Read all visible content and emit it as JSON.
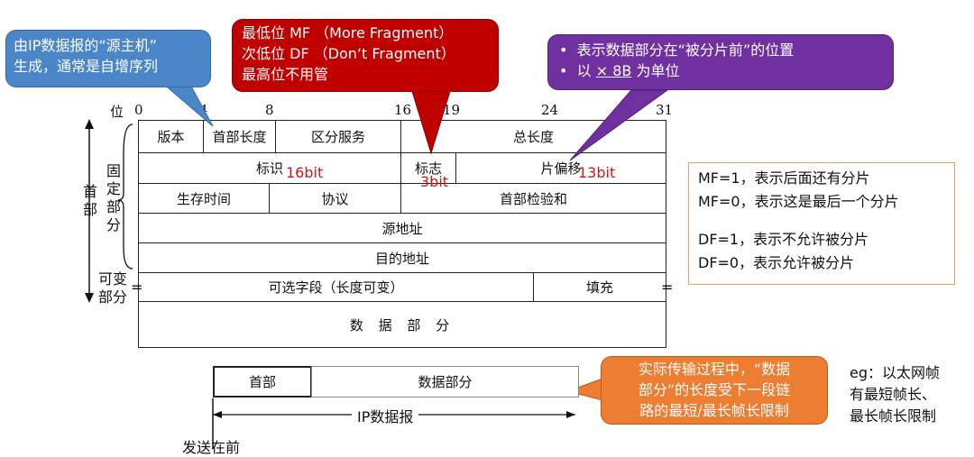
{
  "axis": {
    "label": "位",
    "ticks": [
      "0",
      "4",
      "8",
      "16",
      "19",
      "24",
      "31"
    ]
  },
  "side": {
    "header": "首部",
    "fixed": "固定部分",
    "variable": "可变部分"
  },
  "fields": {
    "version": "版本",
    "ihl": "首部长度",
    "tos": "区分服务",
    "total_length": "总长度",
    "identification": "标识",
    "flags": "标志",
    "fragment_offset": "片偏移",
    "ttl": "生存时间",
    "protocol": "协议",
    "checksum": "首部检验和",
    "src": "源地址",
    "dst": "目的地址",
    "options": "可选字段（长度可变）",
    "padding": "填充",
    "data": "数 据 部 分"
  },
  "annotations": {
    "id_bits": "16bit",
    "flag_bits": "3bit",
    "offset_bits": "13bit"
  },
  "callouts": {
    "blue": [
      "由IP数据报的“源主机”",
      "生成，通常是自增序列"
    ],
    "red": [
      "最低位 MF （More Fragment）",
      "次低位 DF （Don‘t Fragment）",
      "最高位不用管"
    ],
    "purple": {
      "line1": "表示数据部分在“被分片前”的位置",
      "line2_pre": "以 ",
      "line2_u": "× 8B",
      "line2_post": " 为单位"
    },
    "orange": [
      "实际传输过程中，“数据",
      "部分”的长度受下一段链",
      "路的最短/最长帧长限制"
    ]
  },
  "notes": {
    "mf1": "MF=1，表示后面还有分片",
    "mf0": "MF=0，表示这是最后一个分片",
    "df1": "DF=1，表示不允许被分片",
    "df0": "DF=0，表示允许被分片"
  },
  "packet": {
    "header": "首部",
    "data": "数据部分",
    "label": "IP数据报",
    "send_first": "发送在前"
  },
  "eg": [
    "eg：以太网帧",
    "有最短帧长、",
    "最长帧长限制"
  ],
  "colors": {
    "blue": "#4a86c8",
    "red": "#c00000",
    "purple": "#7030a0",
    "orange": "#ed7d31",
    "note_border": "#e8a060"
  }
}
